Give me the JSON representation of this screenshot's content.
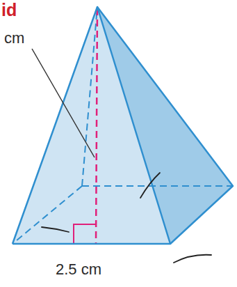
{
  "diagram": {
    "labels": [
      "id",
      "cm",
      "2.5 cm"
    ]
  }
}
